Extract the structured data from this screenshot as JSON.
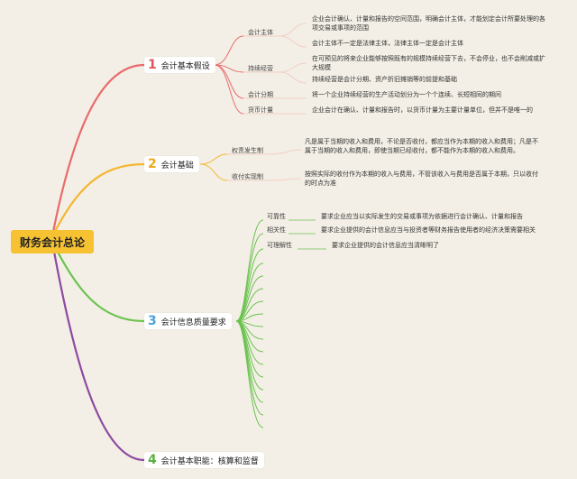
{
  "colors": {
    "background": "#f3efe6",
    "root": "#f7c232",
    "branch1": "#e96b6b",
    "branch2": "#f5b732",
    "branch3": "#6ac34e",
    "branch4": "#8e4aa0",
    "leaf_line": "#f2cfc6"
  },
  "root": {
    "label": "财务会计总论"
  },
  "branches": [
    {
      "num": "1",
      "label": "会计基本假设",
      "children": [
        {
          "label": "会计主体",
          "details": [
            "企业会计确认、计量和报告的空间范围，明确会计主体，才能划定会计所要处理的各项交易或事项的范围",
            "会计主体不一定是法律主体，法律主体一定是会计主体"
          ]
        },
        {
          "label": "持续经营",
          "details": [
            "在可预见的将来企业能够按照既有的规模持续经营下去，不会停业，也不会削减或扩大规模",
            "持续经营是会计分期、资产折旧摊销等的前提和基础"
          ]
        },
        {
          "label": "会计分期",
          "details": [
            "将一个企业持续经营的生产活动划分为一个个连续、长短相同的期间"
          ]
        },
        {
          "label": "货币计量",
          "details": [
            "企业会计在确认、计量和报告时，以货币计量为主要计量单位，但并不是唯一的"
          ]
        }
      ]
    },
    {
      "num": "2",
      "label": "会计基础",
      "children": [
        {
          "label": "权责发生制",
          "details": [
            "凡是属于当期的收入和费用，不论是否收付，都应当作为本期的收入和费用；凡是不属于当期的收入和费用，即使当期已经收付，都不能作为本期的收入和费用。"
          ]
        },
        {
          "label": "收付实现制",
          "details": [
            "按照实际的收付作为本期的收入与费用，不管该收入与费用是否属于本期，只以收付的时点为准"
          ]
        }
      ]
    },
    {
      "num": "3",
      "label": "会计信息质量要求",
      "children": [
        {
          "label": "可靠性",
          "details": [
            "要求企业应当以实际发生的交易或事项为依据进行会计确认、计量和报告"
          ]
        },
        {
          "label": "相关性",
          "details": [
            "要求企业提供的会计信息应当与投资者等财务报告使用者的经济决策需要相关"
          ]
        },
        {
          "label": "可理解性",
          "details": [
            "要求企业提供的会计信息应当清晰明了"
          ]
        }
      ]
    },
    {
      "num": "4",
      "label": "会计基本职能：核算和监督",
      "children": []
    }
  ]
}
